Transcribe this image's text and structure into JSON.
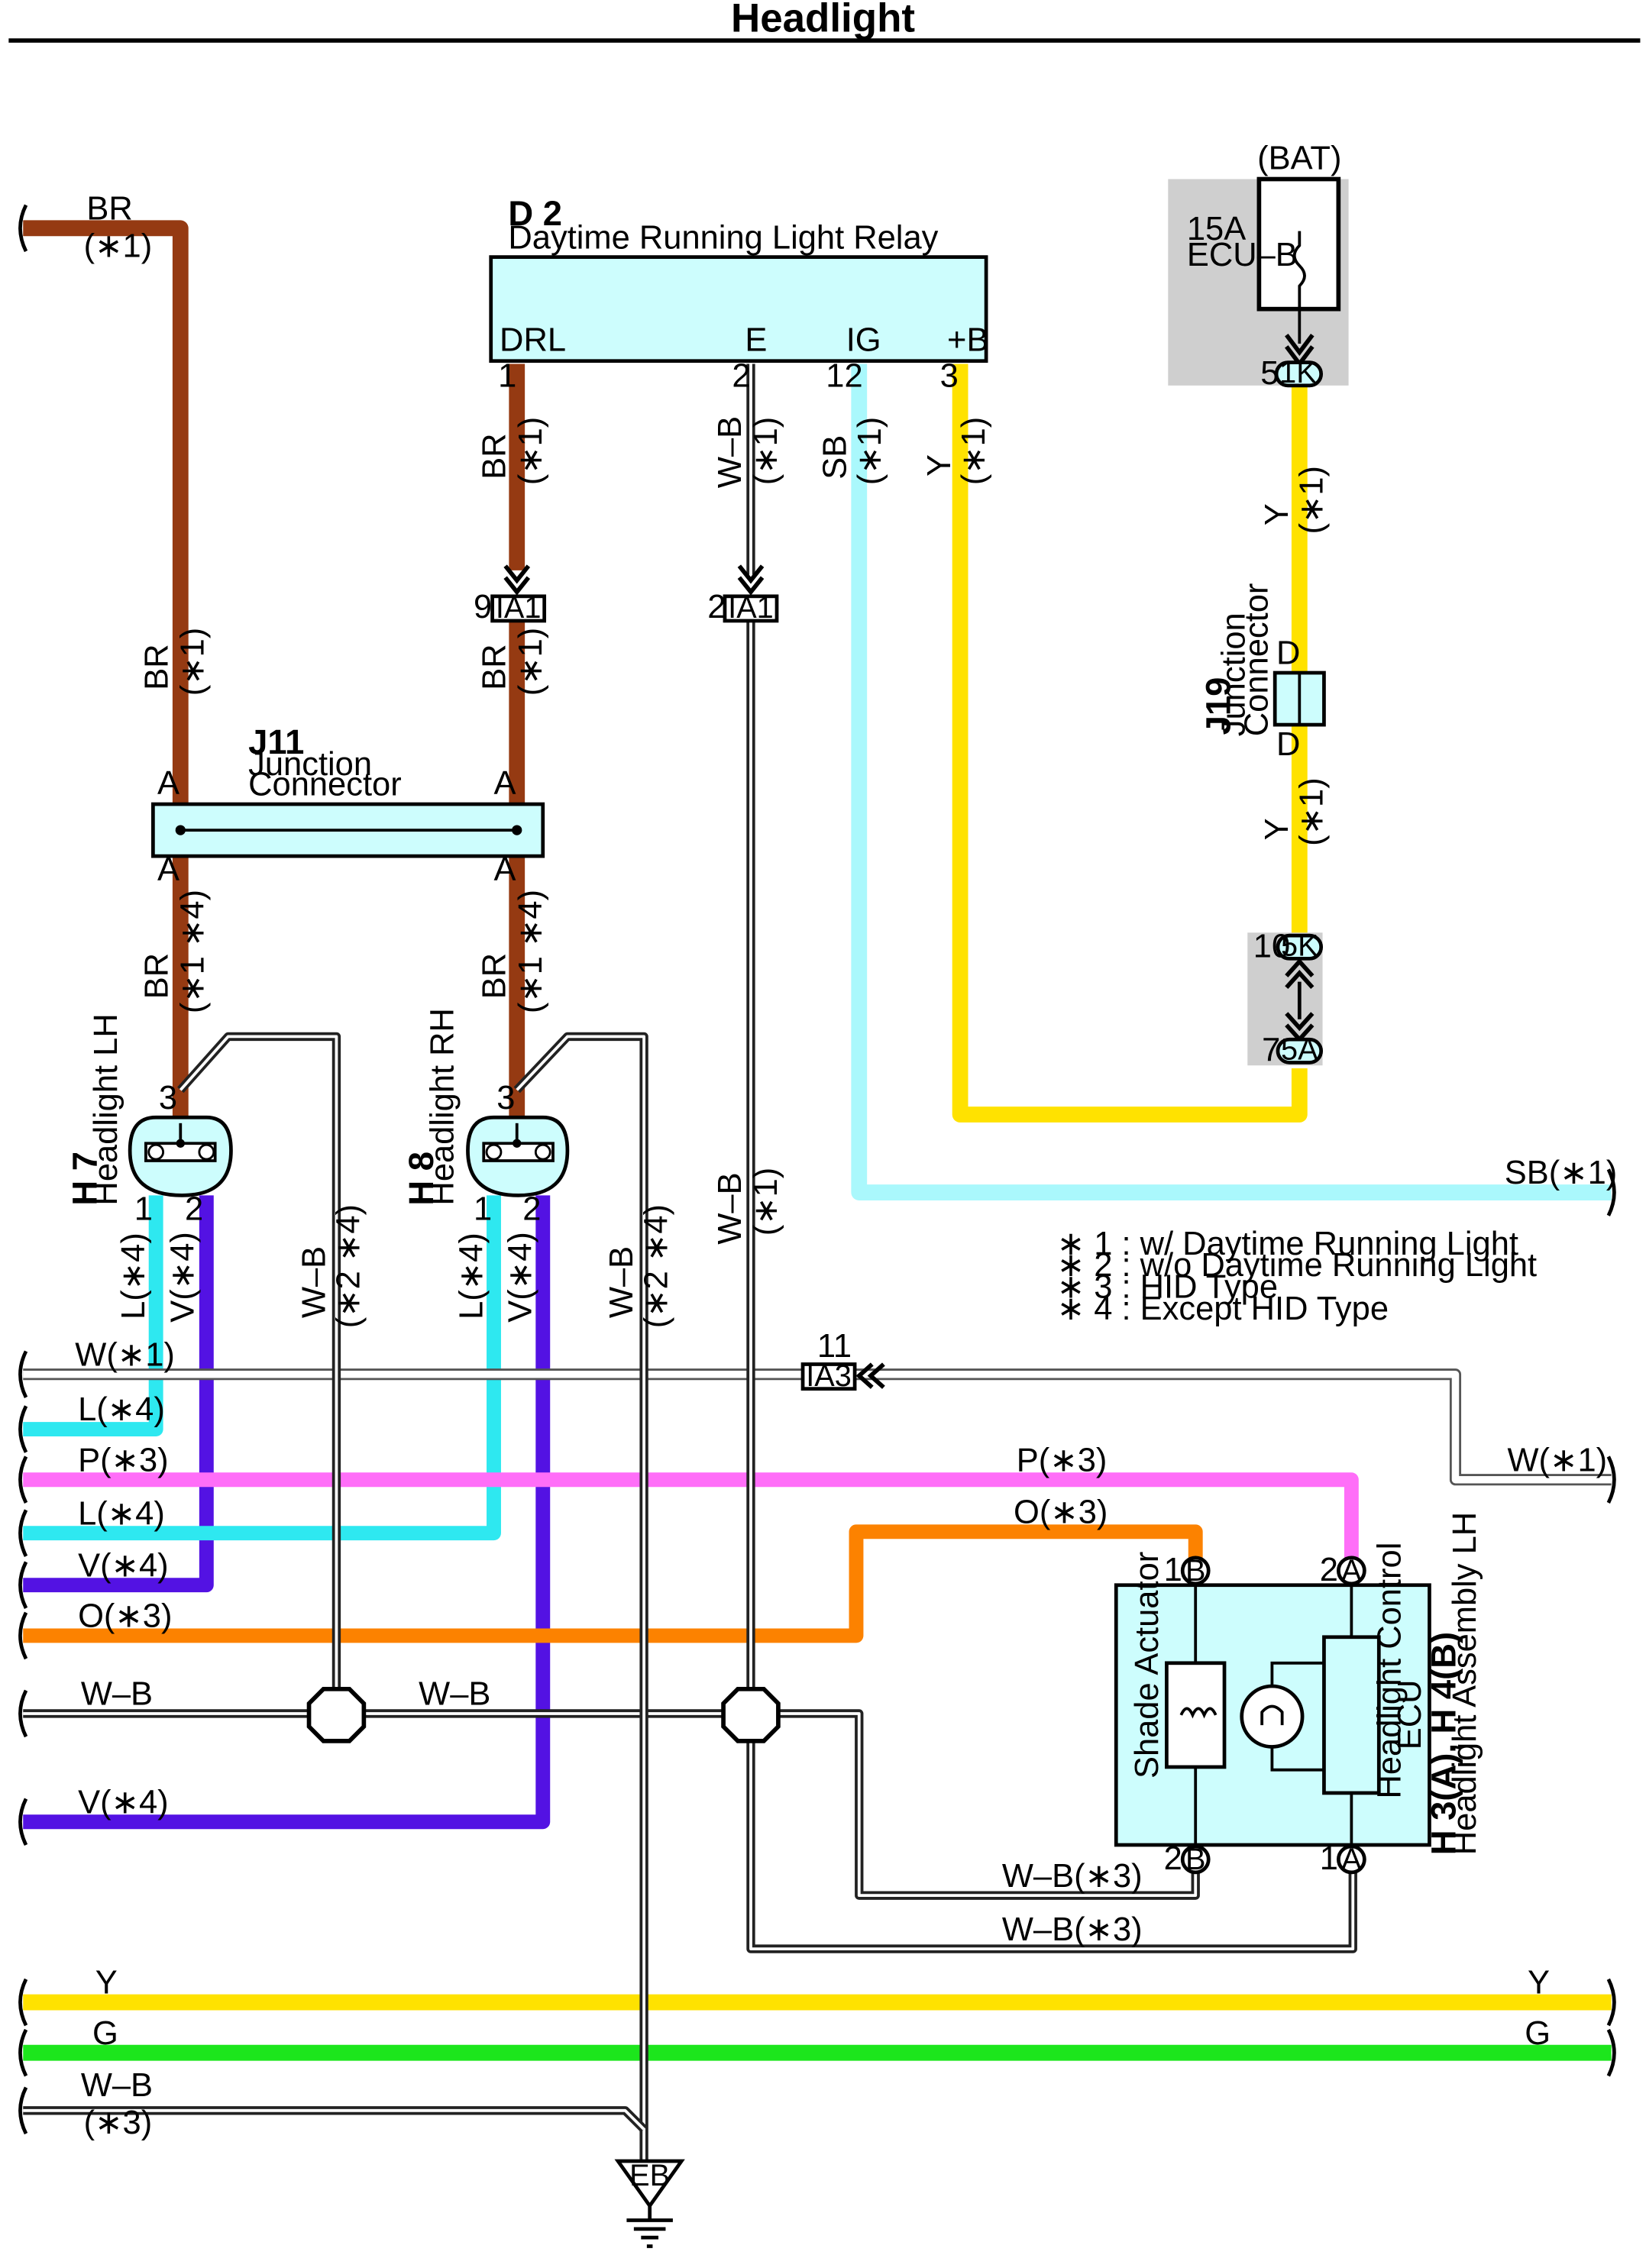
{
  "title": "Headlight",
  "colors": {
    "BR": "#953a12",
    "SB": "#aaf8fc",
    "Y": "#ffe200",
    "L": "#2ee8f0",
    "V": "#5312e3",
    "P": "#ff6ef8",
    "O": "#fc8200",
    "G": "#1ce61c",
    "W": "#ffffff",
    "WB": "#222222",
    "component_fill": "#cdfdfd",
    "shade": "#cfcfcf"
  },
  "components": {
    "d2": {
      "code": "D 2",
      "name": "Daytime Running Light Relay",
      "pins": {
        "drl": "DRL",
        "e": "E",
        "ig": "IG",
        "b": "+B"
      },
      "pin_nums": {
        "drl": "1",
        "e": "2",
        "ig": "12",
        "b": "3"
      }
    },
    "bat": {
      "label": "(BAT)",
      "fuse_amp": "15A",
      "fuse_name": "ECU–B",
      "pin": "5",
      "conn": "1K"
    },
    "j19": {
      "code": "J19",
      "name1": "Junction",
      "name2": "Connector",
      "top_pin": "D",
      "bottom_pin": "D"
    },
    "j11": {
      "code": "J11",
      "name1": "Junction",
      "name2": "Connector",
      "pin": "A"
    },
    "conn_5k": {
      "pin": "10",
      "code": "5K"
    },
    "conn_5a": {
      "pin": "7",
      "code": "5A"
    },
    "ia1_left": {
      "pin": "9",
      "code": "IA1"
    },
    "ia1_right": {
      "pin": "2",
      "code": "IA1"
    },
    "ia3": {
      "pin": "11",
      "code": "IA3"
    },
    "h7": {
      "code": "H 7",
      "name": "Headlight LH",
      "pin_top": "3",
      "pin1": "1",
      "pin2": "2"
    },
    "h8": {
      "code": "H 8",
      "name": "Headlight RH",
      "pin_top": "3",
      "pin1": "1",
      "pin2": "2"
    },
    "h3": {
      "code": "H 3(A), H 4(B)",
      "name": "Headlight Assembly LH",
      "shade": "Shade Actuator",
      "ecu1": "Headlight Control",
      "ecu2": "ECU",
      "pin_tl": "1",
      "conn_tl": "B",
      "pin_tr": "2",
      "conn_tr": "A",
      "pin_bl": "2",
      "conn_bl": "B",
      "pin_br": "1",
      "conn_br": "A"
    },
    "ground": {
      "code": "EB"
    }
  },
  "wire_labels": {
    "br": "BR",
    "ast1": "(∗1)",
    "ast1_4": "(∗1 ∗4)",
    "wb": "W–B",
    "sb": "SB",
    "y": "Y",
    "l": "L",
    "v": "V",
    "l4": "L(∗4)",
    "v4": "V(∗4)",
    "ast2_4": "(∗2 ∗4)",
    "ast3": "(∗3)",
    "w1": "W(∗1)",
    "p3": "P(∗3)",
    "o3": "O(∗3)",
    "sb1": "SB(∗1)",
    "wb3": "W–B(∗3)",
    "g": "G"
  },
  "notes": [
    "∗ 1 : w/ Daytime Running Light",
    "∗ 2 : w/o Daytime Running Light",
    "∗ 3 : HID Type",
    "∗ 4 : Except HID Type"
  ]
}
